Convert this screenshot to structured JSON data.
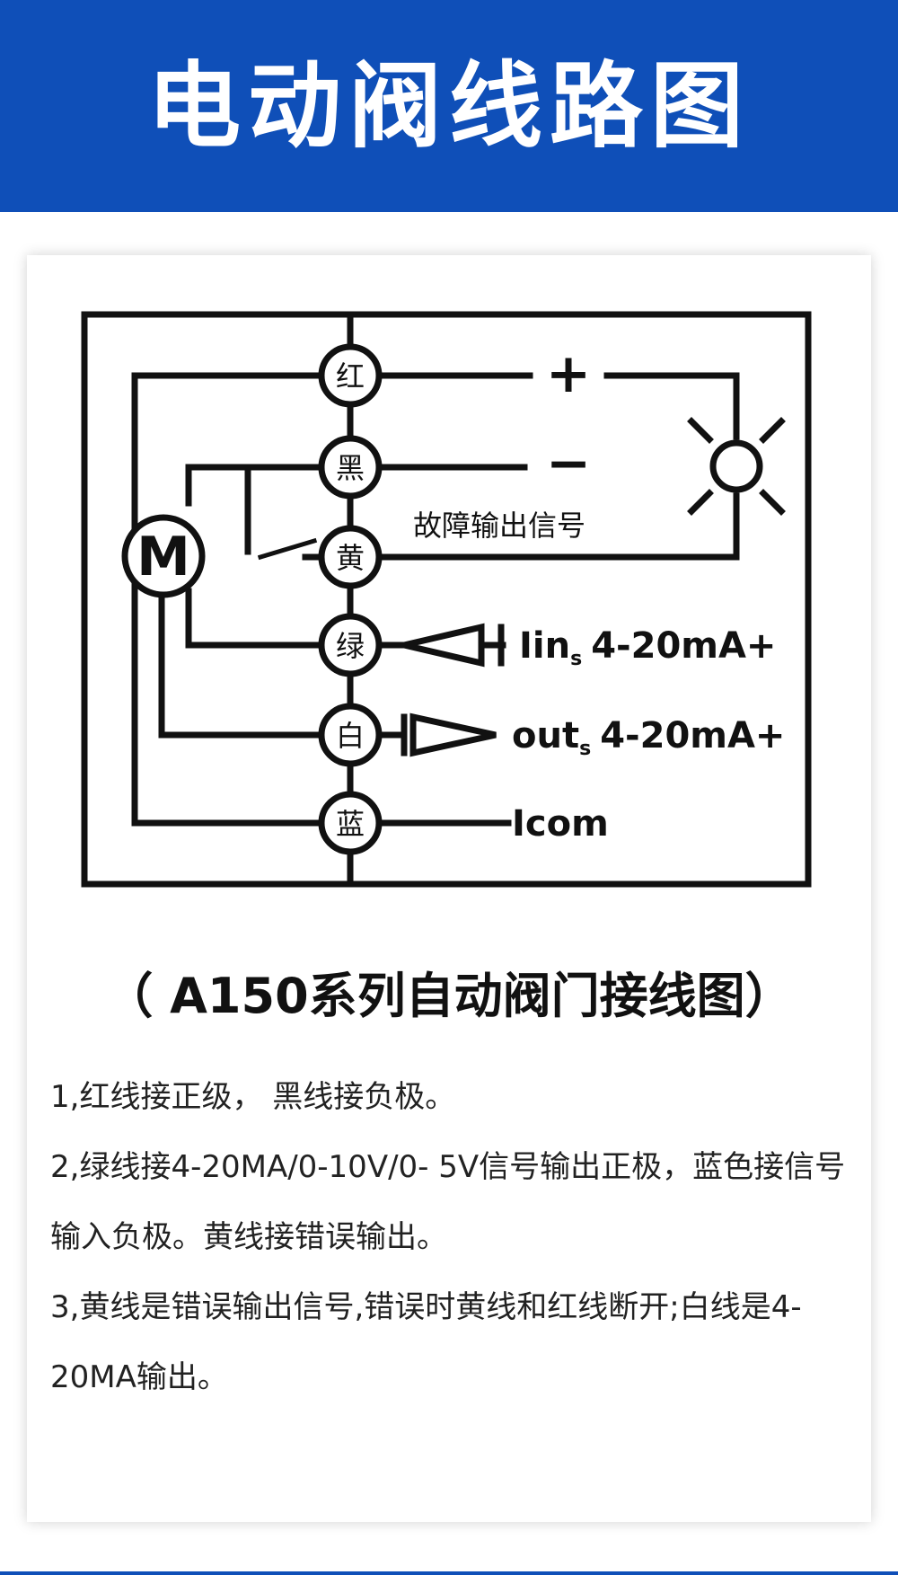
{
  "header": {
    "title": "电动阀线路图"
  },
  "diagram": {
    "terminals": [
      "红",
      "黑",
      "黄",
      "绿",
      "白",
      "蓝"
    ],
    "motor_label": "M",
    "plus": "+",
    "minus": "−",
    "fault_label": "故障输出信号",
    "iin": {
      "base": "Iin",
      "sub": "s",
      "value": "4-20mA+"
    },
    "out": {
      "base": "out",
      "sub": "s",
      "value": "4-20mA+"
    },
    "icom": "Icom"
  },
  "subtitle": "（ A150系列自动阀门接线图）",
  "notes": [
    "1,红线接正级， 黑线接负极。",
    "2,绿线接4-20MA/0-10V/0- 5V信号输出正极，蓝色接信号输入负极。黄线接错误输出。",
    "3,黄线是错误输出信号,错误时黄线和红线断开;白线是4-20MA输出。"
  ],
  "colors": {
    "header_bg": "#0f4fb8",
    "line": "#111111",
    "text": "#222222"
  }
}
